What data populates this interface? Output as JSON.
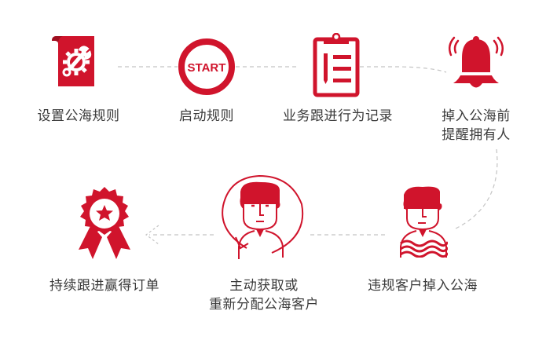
{
  "colors": {
    "accent": "#d0142c",
    "accent_dark": "#9e0f20",
    "connector": "#c4c4c4",
    "text": "#3a3a3a"
  },
  "steps": [
    {
      "id": 1,
      "icon": "gear-wrench-icon",
      "label_lines": [
        "设置公海规则"
      ]
    },
    {
      "id": 2,
      "icon": "start-ring-icon",
      "icon_text": "START",
      "label_lines": [
        "启动规则"
      ]
    },
    {
      "id": 3,
      "icon": "clipboard-icon",
      "label_lines": [
        "业务跟进行为记录"
      ]
    },
    {
      "id": 4,
      "icon": "ringing-bell-icon",
      "label_lines": [
        "掉入公海前",
        "提醒拥有人"
      ]
    },
    {
      "id": 5,
      "icon": "person-waves-icon",
      "label_lines": [
        "违规客户掉入公海"
      ]
    },
    {
      "id": 6,
      "icon": "person-cycle-icon",
      "label_lines": [
        "主动获取或",
        "重新分配公海客户"
      ]
    },
    {
      "id": 7,
      "icon": "award-ribbon-icon",
      "label_lines": [
        "持续跟进赢得订单"
      ]
    }
  ]
}
